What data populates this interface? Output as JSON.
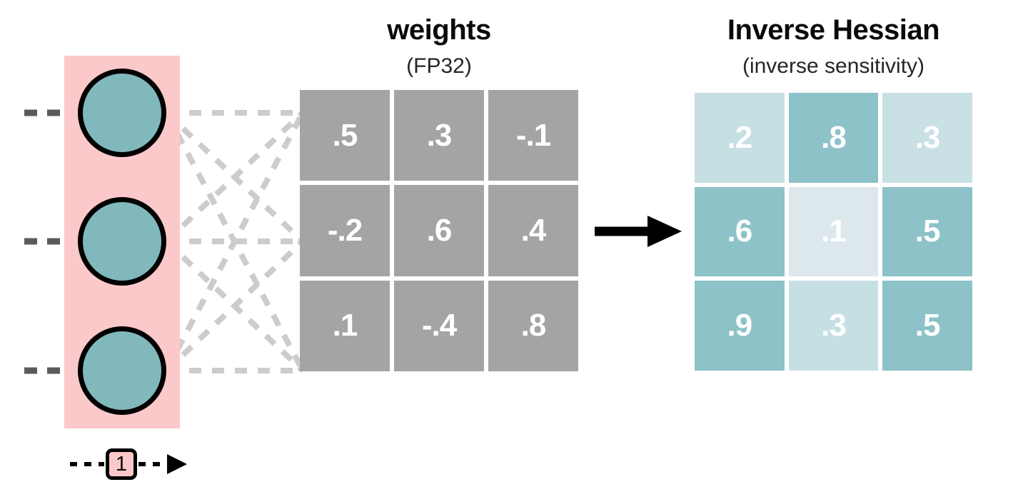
{
  "diagram": {
    "title_left": "weights",
    "subtitle_left": "(FP32)",
    "title_right": "Inverse Hessian",
    "subtitle_right": "(inverse sensitivity)",
    "step_badge": "1"
  },
  "layer": {
    "highlight_color": "#fcc9ca",
    "neuron_fill": "#81b8bc",
    "neuron_stroke": "#000000",
    "neuron_count": 3,
    "neurons": [
      {
        "label": "neuron-1"
      },
      {
        "label": "neuron-2"
      },
      {
        "label": "neuron-3"
      }
    ],
    "input_stub_color": "#5a5a5a",
    "edge_color": "#cccccc"
  },
  "chart_data": {
    "type": "heatmap",
    "title": "weights (FP32) transformed to Inverse Hessian (inverse sensitivity)",
    "matrices": [
      {
        "name": "weights",
        "title": "weights",
        "subtitle": "(FP32)",
        "rows": 3,
        "cols": 3,
        "cell_color": "#a4a4a4",
        "text_color": "#ffffff",
        "values": [
          [
            ".5",
            ".3",
            "-.1"
          ],
          [
            "-.2",
            ".6",
            ".4"
          ],
          [
            ".1",
            "-.4",
            ".8"
          ]
        ],
        "numeric": [
          [
            0.5,
            0.3,
            -0.1
          ],
          [
            -0.2,
            0.6,
            0.4
          ],
          [
            0.1,
            -0.4,
            0.8
          ]
        ]
      },
      {
        "name": "inverse-hessian",
        "title": "Inverse Hessian",
        "subtitle": "(inverse sensitivity)",
        "rows": 3,
        "cols": 3,
        "text_color": "#ffffff",
        "values": [
          [
            ".2",
            ".8",
            ".3"
          ],
          [
            ".6",
            ".1",
            ".5"
          ],
          [
            ".9",
            ".3",
            ".5"
          ]
        ],
        "numeric": [
          [
            0.2,
            0.8,
            0.3
          ],
          [
            0.6,
            0.1,
            0.5
          ],
          [
            0.9,
            0.3,
            0.5
          ]
        ],
        "colors": [
          [
            "#c6dfe3",
            "#8cc2c8",
            "#c9e0e4"
          ],
          [
            "#8cc2c8",
            "#dde8ec",
            "#8cc2c8"
          ],
          [
            "#8cc2c8",
            "#c6dfe3",
            "#8cc2c8"
          ]
        ],
        "colorscale": {
          "low": "#dde8ec",
          "high": "#8cc2c8"
        }
      }
    ],
    "arrow": {
      "from": "weights",
      "to": "inverse-hessian",
      "color": "#000000"
    }
  }
}
